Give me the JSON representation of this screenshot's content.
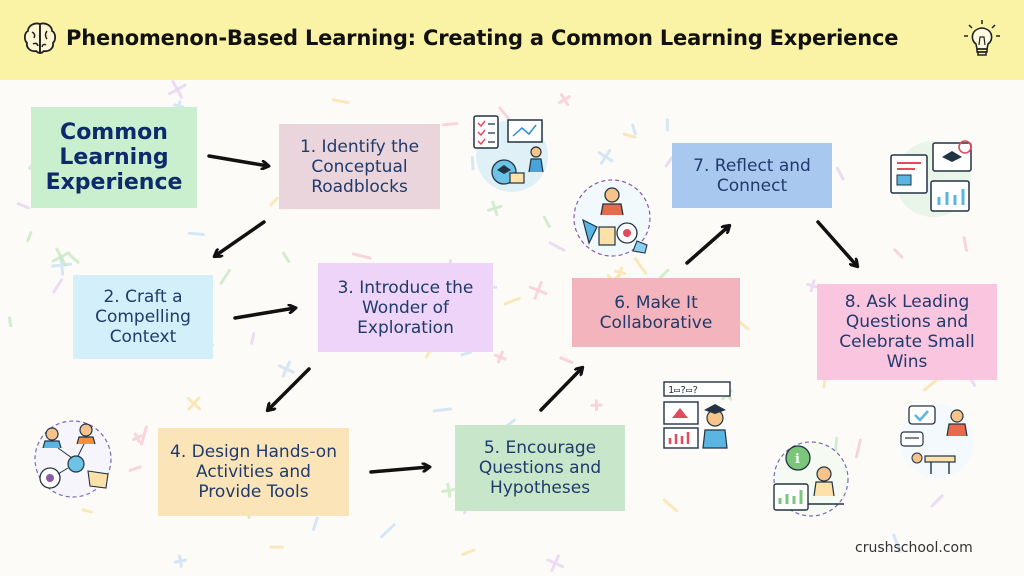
{
  "header": {
    "title": "Phenomenon-Based Learning: Creating a Common Learning Experience",
    "left_icon": "brain-icon",
    "right_icon": "lightbulb-icon",
    "background": "#faf2a4"
  },
  "nodes": [
    {
      "id": "common",
      "label": "Common Learning Experience",
      "color": "#c9efcf"
    },
    {
      "id": "step1",
      "label": "1. Identify the Conceptual Roadblocks",
      "color": "#ead5dc"
    },
    {
      "id": "step2",
      "label": "2. Craft a Compelling Context",
      "color": "#d3effa"
    },
    {
      "id": "step3",
      "label": "3. Introduce the Wonder of Exploration",
      "color": "#eed4f8"
    },
    {
      "id": "step4",
      "label": "4. Design Hands-on Activities and Provide Tools",
      "color": "#fbe5b8"
    },
    {
      "id": "step5",
      "label": "5. Encourage Questions and Hypotheses",
      "color": "#c8e6c9"
    },
    {
      "id": "step6",
      "label": "6. Make It Collaborative",
      "color": "#f3b4bd"
    },
    {
      "id": "step7",
      "label": "7. Reflect and Connect",
      "color": "#a9c8f0"
    },
    {
      "id": "step8",
      "label": "8. Ask Leading Questions and Celebrate Small Wins",
      "color": "#fac6df"
    }
  ],
  "illustrations": [
    "checklist-presentation-icon",
    "teamwork-brainstorm-icon",
    "online-learning-icon",
    "community-network-icon",
    "quiz-graduate-icon",
    "info-analytics-icon",
    "discussion-icon"
  ],
  "footer": {
    "credit": "crushschool.com"
  }
}
